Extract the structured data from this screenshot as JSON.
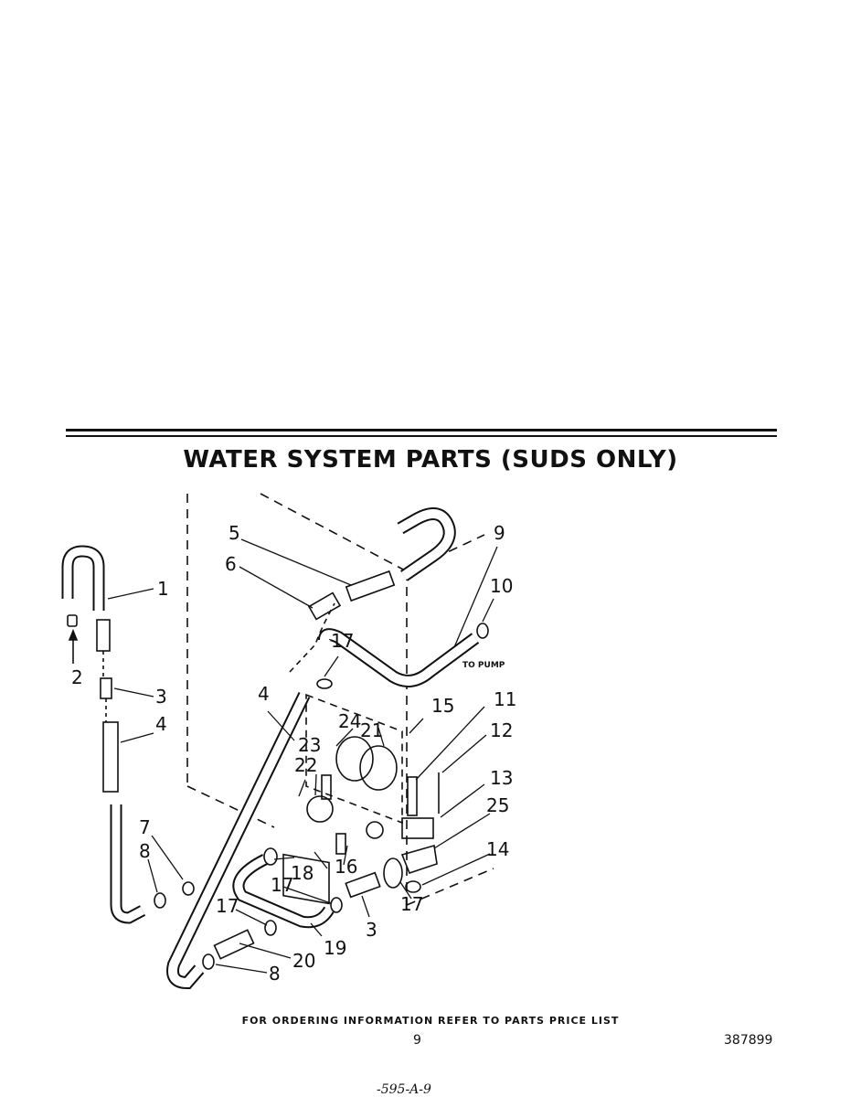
{
  "title": "WATER SYSTEM PARTS (SUDS ONLY)",
  "footer": "FOR ORDERING INFORMATION REFER TO PARTS PRICE LIST",
  "page_number": "9",
  "document_number": "387899",
  "handwritten_note": "-595-A-9",
  "to_pump_label": "TO PUMP",
  "callouts": [
    "1",
    "2",
    "3",
    "4",
    "5",
    "6",
    "7",
    "8",
    "9",
    "10",
    "11",
    "12",
    "13",
    "14",
    "15",
    "16",
    "17",
    "18",
    "19",
    "20",
    "21",
    "22",
    "23",
    "24",
    "25"
  ]
}
